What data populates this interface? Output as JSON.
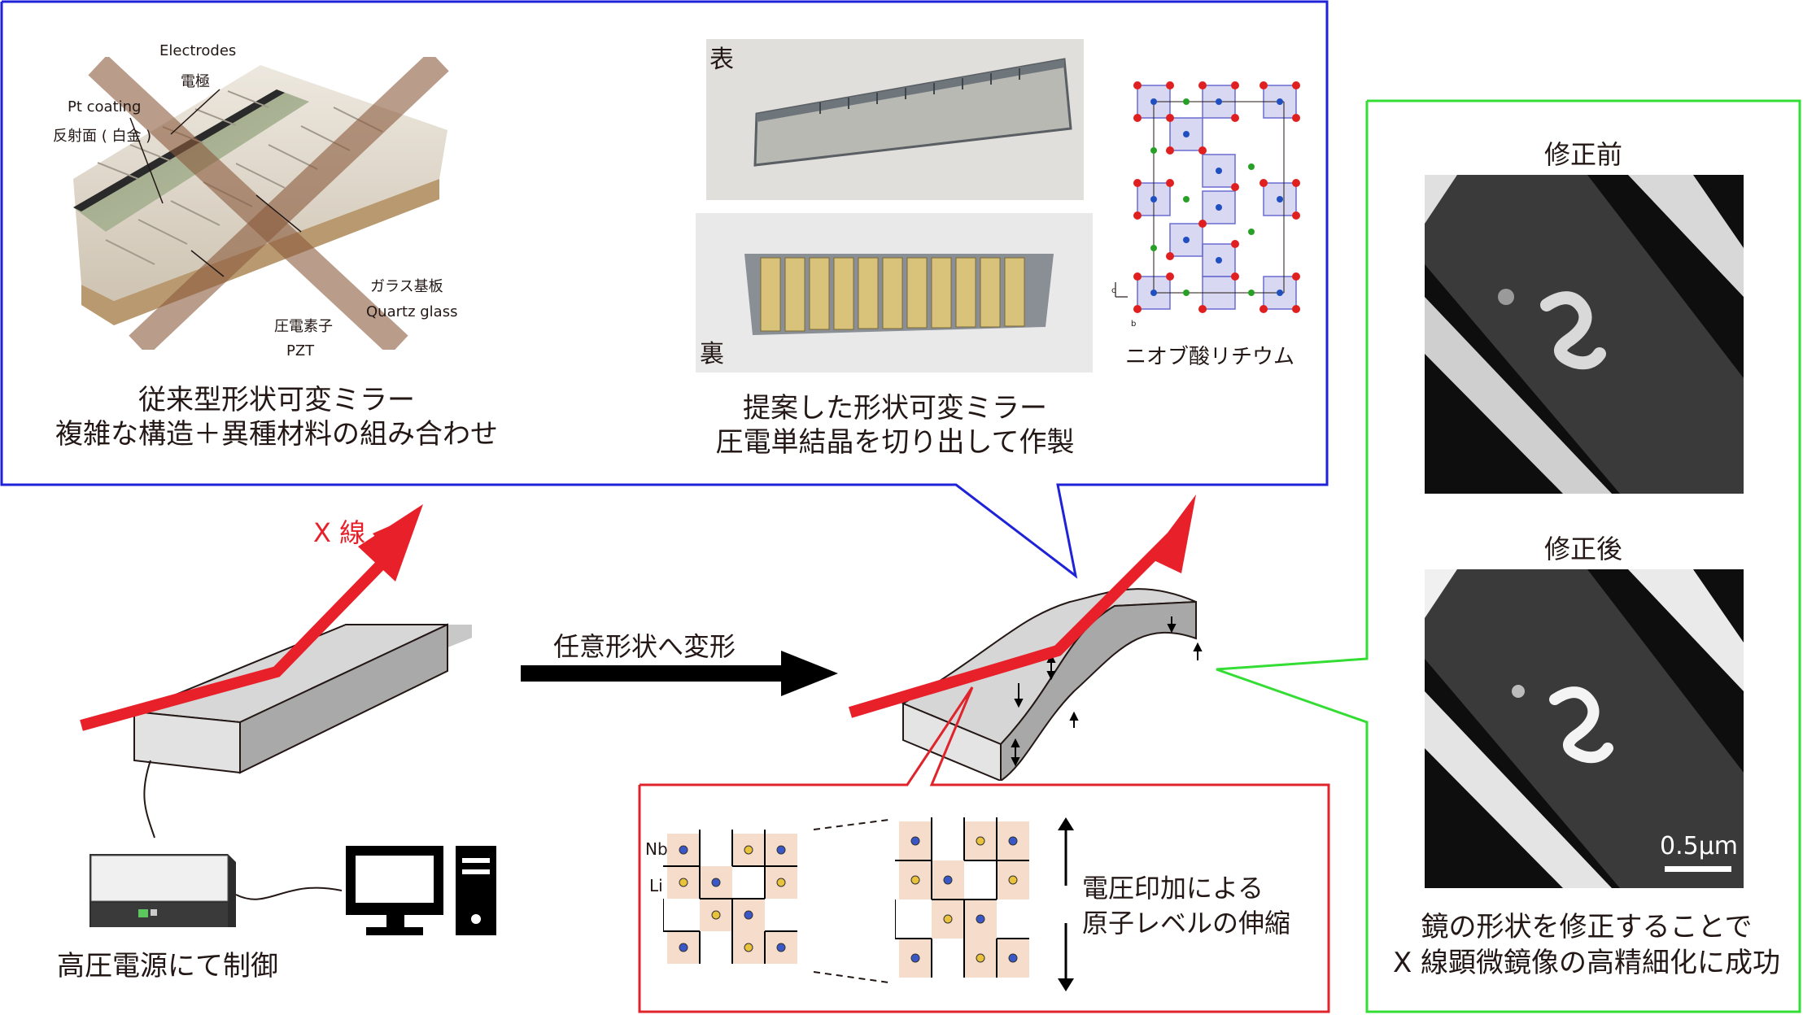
{
  "conventional": {
    "label_electrodes_en": "Electrodes",
    "label_electrodes_ja": "電極",
    "label_pt_en": "Pt coating",
    "label_pt_ja": "反射面 ( 白金 )",
    "label_glass_ja": "ガラス基板",
    "label_glass_en": "Quartz glass",
    "label_pzt_ja": "圧電素子",
    "label_pzt_en": "PZT",
    "caption_line1": "従来型形状可変ミラー",
    "caption_line2": "複雑な構造＋異種材料の組み合わせ"
  },
  "proposed": {
    "front_label": "表",
    "back_label": "裏",
    "crystal_label": "ニオブ酸リチウム",
    "axis_c": "c",
    "axis_b": "b",
    "caption_line1": "提案した形状可変ミラー",
    "caption_line2": "圧電単結晶を切り出して作製"
  },
  "xray": {
    "label": "X 線",
    "transform_label": "任意形状へ変形",
    "power_supply_label": "高圧電源にて制御"
  },
  "lattice": {
    "nb_label": "Nb",
    "li_label": "Li",
    "caption_line1": "電圧印加による",
    "caption_line2": "原子レベルの伸縮"
  },
  "results": {
    "before_label": "修正前",
    "after_label": "修正後",
    "scale_label": "0.5μm",
    "caption_line1": "鏡の形状を修正することで",
    "caption_line2": "X 線顕微鏡像の高精細化に成功"
  },
  "colors": {
    "blue_frame": "#1e22d8",
    "green_frame": "#33dd33",
    "red_frame": "#e0242c",
    "xray_arrow": "#e8202a",
    "cross": "#8b5a3c",
    "electrode_gold": "#d9c27a",
    "lattice_cell": "#f6dccb",
    "nb_dot": "#3a57c8",
    "li_dot": "#e8c23a"
  }
}
